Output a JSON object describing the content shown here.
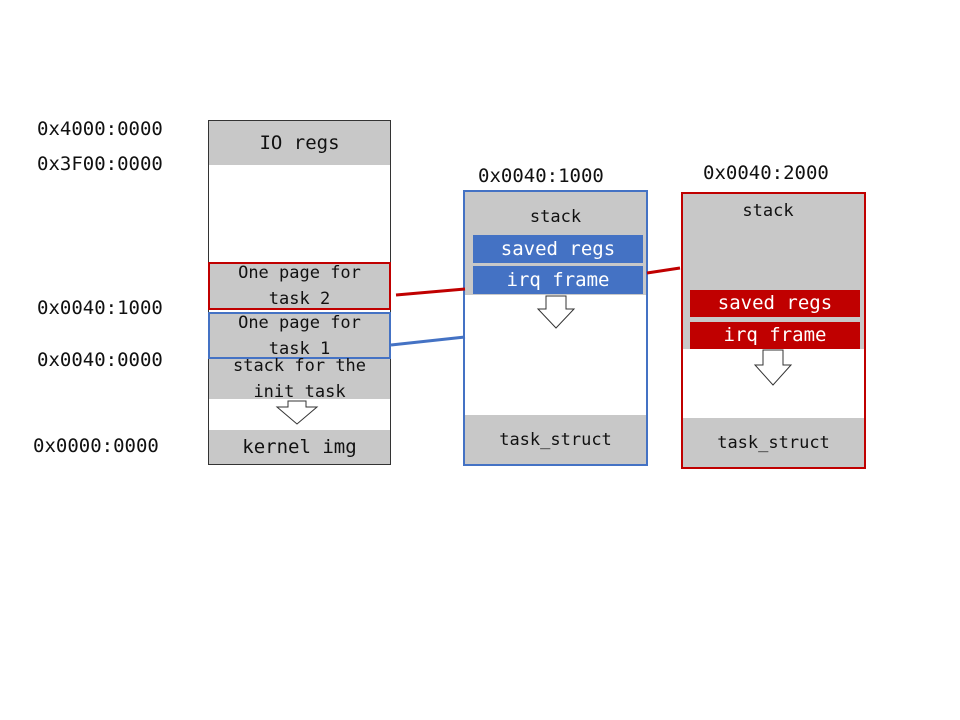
{
  "memory_map": {
    "addresses": [
      "0x4000:0000",
      "0x3F00:0000",
      "0x0040:1000",
      "0x0040:0000",
      "0x0000:0000"
    ],
    "regions": {
      "io_regs": "IO regs",
      "task2_page": "One page for task 2",
      "task1_page": "One page for task 1",
      "init_stack": "stack for the init task",
      "kernel_img": "kernel img"
    }
  },
  "task1_page": {
    "address": "0x0040:1000",
    "stack": "stack",
    "saved_regs": "saved regs",
    "irq_frame": "irq frame",
    "task_struct": "task_struct"
  },
  "task2_page": {
    "address": "0x0040:2000",
    "stack": "stack",
    "saved_regs": "saved regs",
    "irq_frame": "irq frame",
    "task_struct": "task_struct"
  },
  "colors": {
    "block_gray": "#c8c8c8",
    "task1_blue": "#4472c4",
    "task2_red": "#c00000",
    "outline": "#333333"
  }
}
